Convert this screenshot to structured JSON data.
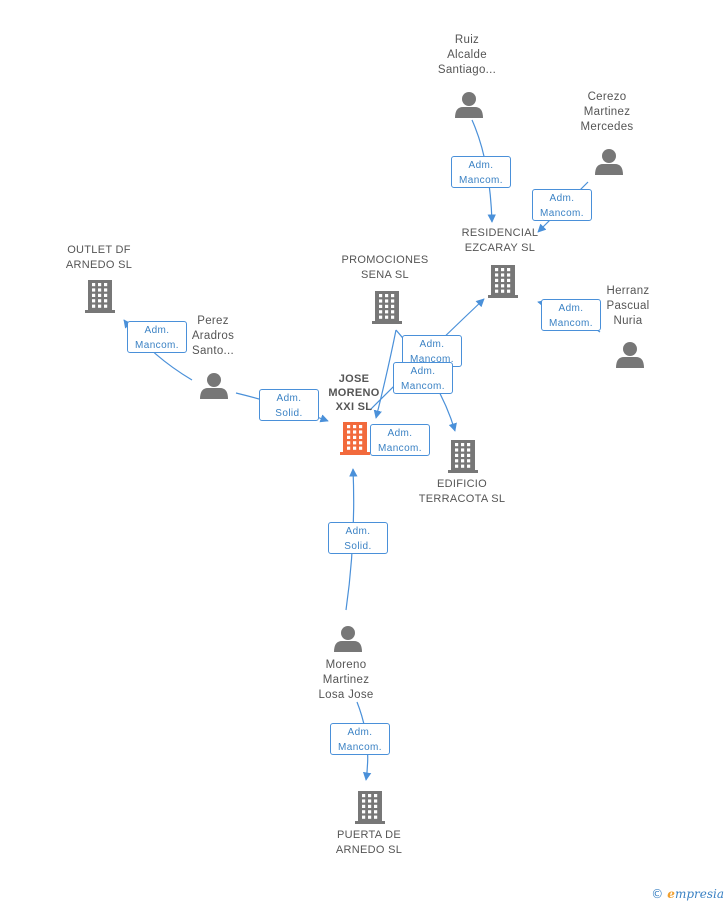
{
  "colors": {
    "edge": "#4a90d9",
    "node": "#777777",
    "main": "#f26a3c"
  },
  "nodes": {
    "jose_moreno": {
      "label": "JOSE\nMORENO\nXXI SL",
      "icon": "building-icon"
    },
    "outlet": {
      "label": "OUTLET DF\nARNEDO SL",
      "icon": "building-icon"
    },
    "promociones": {
      "label": "PROMOCIONES\nSENA  SL",
      "icon": "building-icon"
    },
    "residencial": {
      "label": "RESIDENCIAL\nEZCARAY SL",
      "icon": "building-icon"
    },
    "edificio": {
      "label": "EDIFICIO\nTERRACOTA SL",
      "icon": "building-icon"
    },
    "puerta": {
      "label": "PUERTA DE\nARNEDO SL",
      "icon": "building-icon"
    },
    "ruiz": {
      "label": "Ruiz\nAlcalde\nSantiago...",
      "icon": "person-icon"
    },
    "cerezo": {
      "label": "Cerezo\nMartinez\nMercedes",
      "icon": "person-icon"
    },
    "herranz": {
      "label": "Herranz\nPascual\nNuria",
      "icon": "person-icon"
    },
    "perez": {
      "label": "Perez\nAradros\nSanto...",
      "icon": "person-icon"
    },
    "moreno": {
      "label": "Moreno\nMartinez\nLosa Jose",
      "icon": "person-icon"
    }
  },
  "edges": [
    {
      "from": "ruiz",
      "to": "residencial",
      "line1": "Adm.",
      "line2": "Mancom."
    },
    {
      "from": "cerezo",
      "to": "residencial",
      "line1": "Adm.",
      "line2": "Mancom."
    },
    {
      "from": "herranz",
      "to": "residencial",
      "line1": "Adm.",
      "line2": "Mancom."
    },
    {
      "from": "perez",
      "to": "outlet",
      "line1": "Adm.",
      "line2": "Mancom."
    },
    {
      "from": "perez",
      "to": "jose_moreno",
      "line1": "Adm.",
      "line2": "Solid."
    },
    {
      "from": "jose_moreno",
      "to": "residencial",
      "line1": "Adm.",
      "line2": "Mancom."
    },
    {
      "from": "promociones",
      "to": "edificio",
      "line1": "Adm.",
      "line2": "Mancom."
    },
    {
      "from": "promociones",
      "to": "jose_moreno",
      "line1": "Adm.",
      "line2": "Mancom."
    },
    {
      "from": "moreno",
      "to": "jose_moreno",
      "line1": "Adm.",
      "line2": "Solid."
    },
    {
      "from": "moreno",
      "to": "puerta",
      "line1": "Adm.",
      "line2": "Mancom."
    }
  ],
  "brand": {
    "copyright": "©",
    "initial": "e",
    "name": "mpresia"
  }
}
